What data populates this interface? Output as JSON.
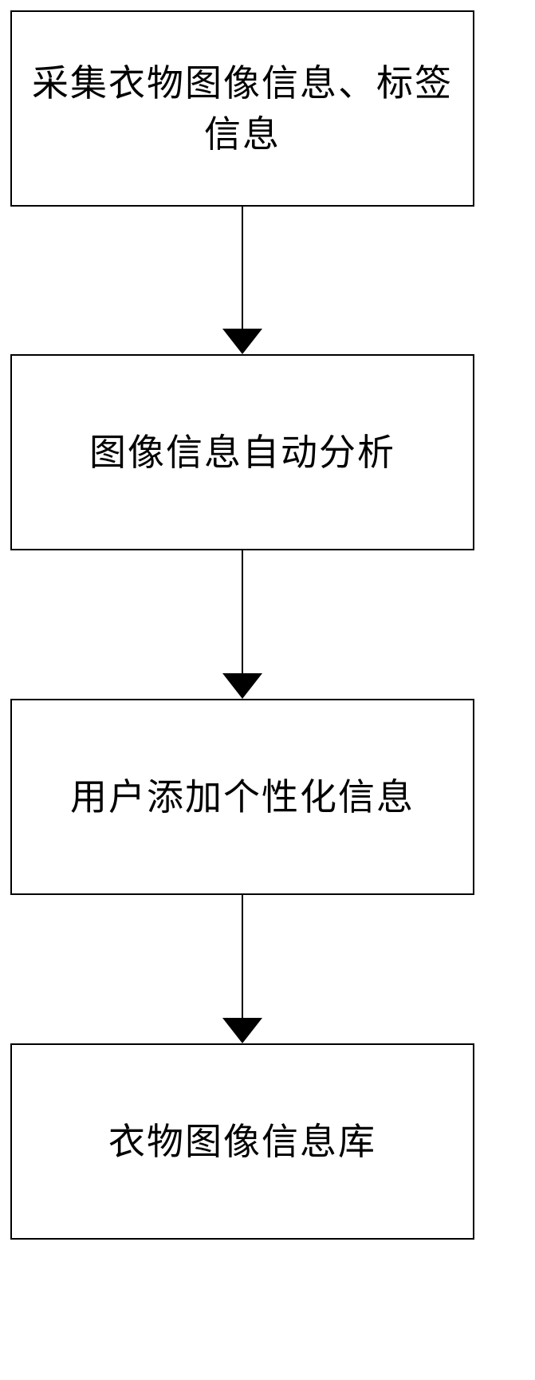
{
  "flowchart": {
    "steps": [
      {
        "label": "采集衣物图像信息、标签信息"
      },
      {
        "label": "图像信息自动分析"
      },
      {
        "label": "用户添加个性化信息"
      },
      {
        "label": "衣物图像信息库"
      }
    ]
  },
  "colors": {
    "stroke": "#000000",
    "background": "#ffffff"
  }
}
